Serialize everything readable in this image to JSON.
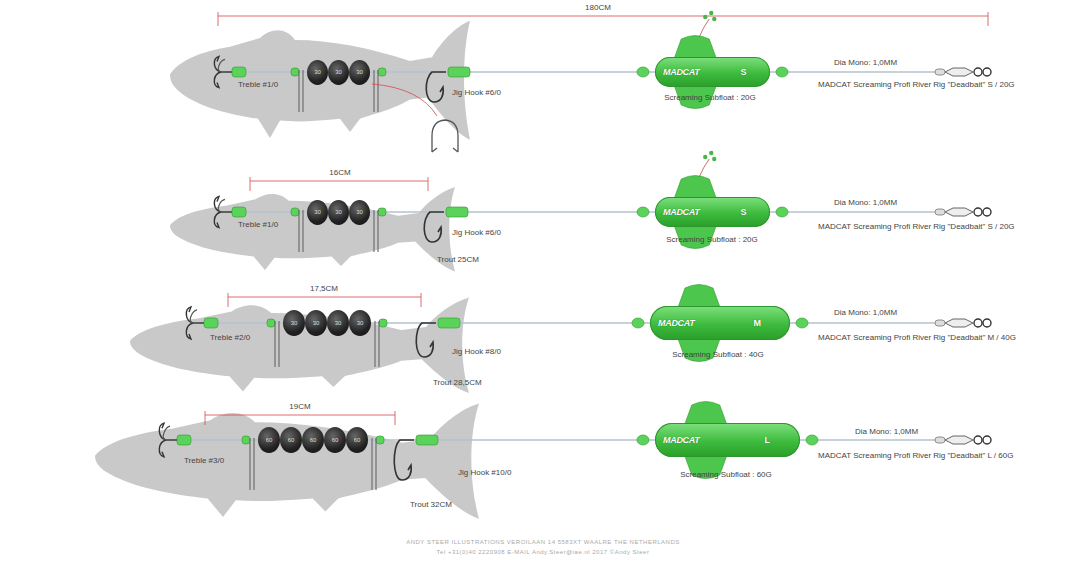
{
  "diagram": {
    "nodes": [
      {
        "text": [
          "30"
        ]
      },
      {
        "text": [
          "30"
        ]
      },
      {
        "text": [
          "30"
        ]
      },
      {
        "text": [
          "MADCAT",
          "S"
        ]
      },
      {
        "text": [
          "30"
        ]
      },
      {
        "text": [
          "30"
        ]
      },
      {
        "text": [
          "30"
        ]
      },
      {
        "text": [
          "MADCAT",
          "S"
        ]
      },
      {
        "text": [
          "30"
        ]
      },
      {
        "text": [
          "30"
        ]
      },
      {
        "text": [
          "30"
        ]
      },
      {
        "text": [
          "30"
        ]
      },
      {
        "text": [
          "MADCAT",
          "M"
        ]
      },
      {
        "text": [
          "60"
        ]
      },
      {
        "text": [
          "60"
        ]
      },
      {
        "text": [
          "60"
        ]
      },
      {
        "text": [
          "60"
        ]
      },
      {
        "text": [
          "60"
        ]
      },
      {
        "text": [
          "MADCAT",
          "L"
        ]
      }
    ],
    "labels": [
      "180CM",
      "Treble #1/0",
      "Jig Hook #6/0",
      "Screaming Subfloat : 20G",
      "Dia Mono: 1,0MM",
      "MADCAT Screaming Profi River Rig \"Deadbait\" S / 20G",
      "16CM",
      "Treble #1/0",
      "Jig Hook #6/0",
      "Trout 25CM",
      "Screaming Subfloat : 20G",
      "Dia Mono: 1,0MM",
      "MADCAT Screaming Profi River Rig \"Deadbait\" S / 20G",
      "17,5CM",
      "Treble #2/0",
      "Jig Hook #8/0",
      "Trout 28,5CM",
      "Screaming Subfloat : 40G",
      "Dia Mono: 1,0MM",
      "MADCAT Screaming Profi River Rig \"Deadbait\" M / 40G",
      "19CM",
      "Treble #3/0",
      "Jig Hook #10/0",
      "Trout 32CM",
      "Screaming Subfloat : 60G",
      "Dia Mono: 1,0MM",
      "MADCAT Screaming Profi River Rig \"Deadbait\" L / 60G",
      "ANDY STEER ILLUSTRATIONS  VEROILAAN 14  5583XT  WAALRE  THE NETHERLANDS",
      "Tel +31(0)40 2220908   E-MAIL Andy.Steer@iae.nl  2017 ©Andy Steer"
    ]
  }
}
